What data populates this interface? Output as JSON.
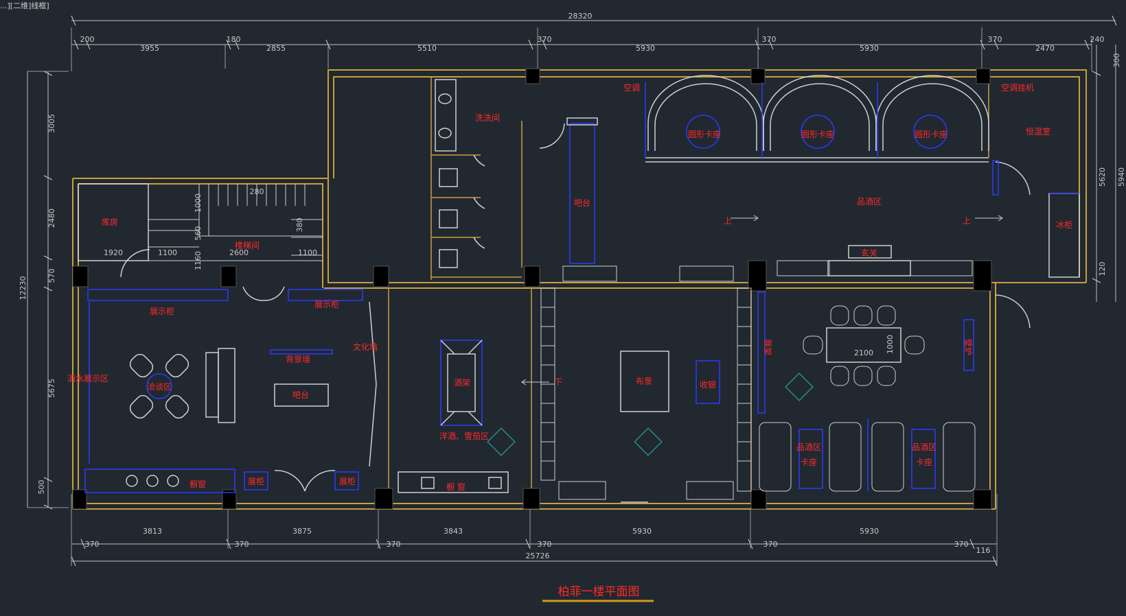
{
  "header": {
    "caption": "...][二维]线框]"
  },
  "colors": {
    "background": "#212830",
    "wall": "#c8a03c",
    "furniture": "#2a3cff",
    "text": "#ff2a2a",
    "dimension": "#c9c9c9",
    "hatch": "#2b8a8a",
    "title_underline": "#d29a1a"
  },
  "dimensions": {
    "overall_top": "28320",
    "overall_bottom": "25726",
    "top_row": [
      "200",
      "3955",
      "180",
      "2855",
      "5510",
      "370",
      "5930",
      "370",
      "5930",
      "370",
      "2470",
      "240"
    ],
    "bottom_row": [
      "3813",
      "3875",
      "3843",
      "5930",
      "5930"
    ],
    "bottom_small": [
      "370",
      "370",
      "370",
      "370",
      "370",
      "370",
      "116"
    ],
    "left_col": [
      "3005",
      "2480",
      "570",
      "5675",
      "500",
      "12230"
    ],
    "right_col": [
      "300",
      "5620",
      "5940",
      "120"
    ],
    "interior": [
      "1920",
      "1100",
      "2600",
      "1100",
      "280",
      "1000",
      "560",
      "1160",
      "380",
      "2100",
      "1000"
    ]
  },
  "rooms": {
    "storage": "库房",
    "stairwell": "楼梯间",
    "display_cabinet_1": "展示柜",
    "display_cabinet_2": "展示柜",
    "display_area": "酒水展示区",
    "negotiation_area": "洽谈区",
    "feature_wall": "背景墙",
    "culture_wall": "文化墙",
    "bar_1": "吧台",
    "window_1": "橱窗",
    "exhibit_cabinet_1": "展柜",
    "exhibit_cabinet_2": "展柜",
    "wine_rack": "酒架",
    "wine_cigar_area": "洋酒、雪茄区",
    "window_2": "橱    窗",
    "washroom": "洗洗间",
    "bar_2": "吧台",
    "down": "下",
    "decor": "布景",
    "cashier": "收银",
    "ac_1": "空调",
    "ac_wall": "空调挂机",
    "booth_1": "圆形卡座",
    "booth_2": "圆形卡座",
    "booth_3": "圆形卡座",
    "cellar": "恒温室",
    "tasting_area": "品酒区",
    "up_1": "上",
    "up_2": "上",
    "fridge": "冰柜",
    "entrance": "玄关",
    "display_rack": "展架",
    "fireplace": "壁炉",
    "tasting_booth_1": "品酒区\n卡座",
    "tasting_booth_2": "品酒区\n卡座"
  },
  "drawing_title": "柏菲一楼平面图"
}
